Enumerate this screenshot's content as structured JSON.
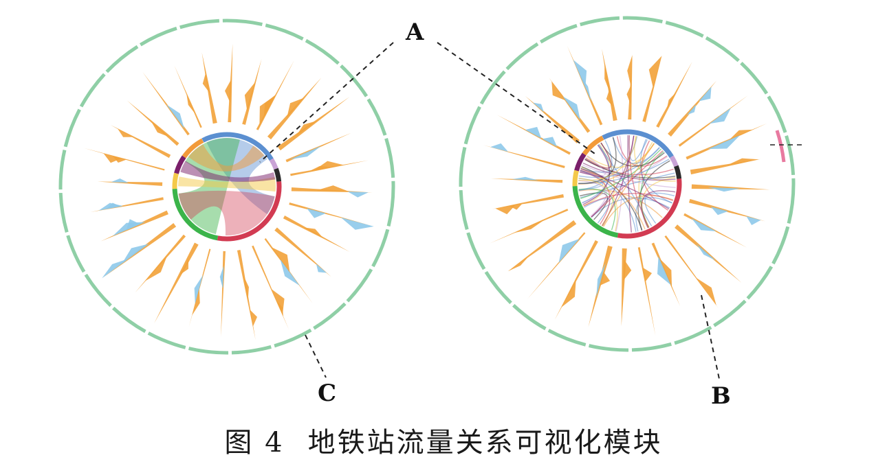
{
  "figure": {
    "caption_number": "图 4",
    "caption_title": "地铁站流量关系可视化模块",
    "callouts": [
      {
        "id": "A",
        "label": "A"
      },
      {
        "id": "B",
        "label": "B"
      },
      {
        "id": "C",
        "label": "C"
      }
    ],
    "colors": {
      "outer_ring": "#8fcfa6",
      "flow_out": "#f2a23a",
      "flow_in": "#8ec9ea",
      "chord_palette": [
        "#5b8fd0",
        "#f29a3a",
        "#7a1f6a",
        "#3bb44a",
        "#d23b52",
        "#f4c94a",
        "#2a2a2a",
        "#c9a3d6"
      ],
      "highlight": "#e87aa0"
    },
    "panels": [
      {
        "id": "left",
        "chord_style": "aggregated"
      },
      {
        "id": "right",
        "chord_style": "detailed"
      }
    ]
  }
}
